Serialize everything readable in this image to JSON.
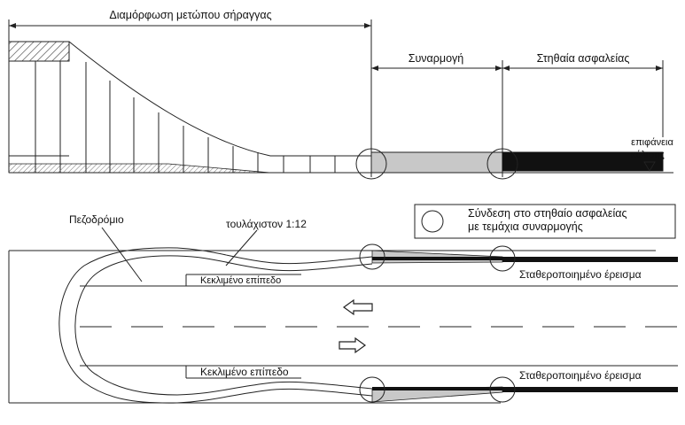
{
  "top_view": {
    "tunnel_face_shaping": "Διαμόρφωση μετώπου σήραγγας",
    "transition": "Συναρμογή",
    "safety_barrier": "Στηθαία ασφαλείας",
    "running_surface_line1": "επιφάνεια",
    "running_surface_line2": "κύλισης"
  },
  "legend": {
    "line1": "Σύνδεση στο στηθαίο ασφαλείας",
    "line2": "με τεμάχια συναρμογής"
  },
  "plan_view": {
    "sidewalk": "Πεζοδρόμιο",
    "slope": "τουλάχιστον 1:12",
    "inclined_plane_top": "Κεκλιμένο επίπεδο",
    "inclined_plane_bottom": "Κεκλιμένο επίπεδο",
    "stabilized_support_top": "Σταθεροποιημένο έρεισμα",
    "stabilized_support_bottom": "Σταθεροποιημένο έρεισμα"
  },
  "colors": {
    "line": "#222222",
    "transition_fill": "#c8c8c8",
    "barrier_fill": "#111111",
    "hatch": "#333333"
  }
}
